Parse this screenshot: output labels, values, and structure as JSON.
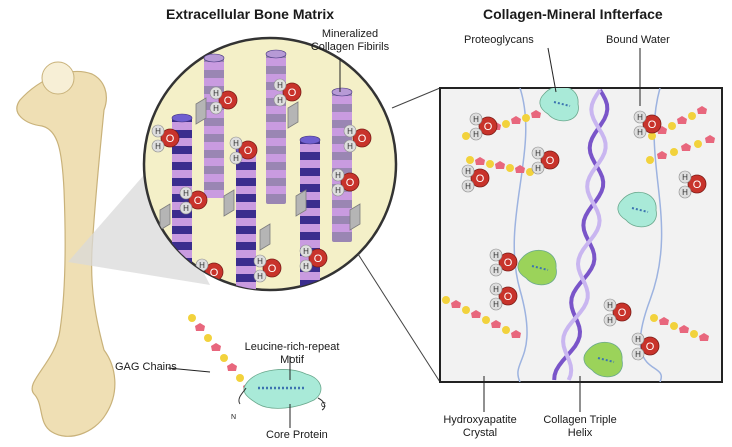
{
  "titles": {
    "left": "Extracellular Bone Matrix",
    "right": "Collagen-Mineral Infterface"
  },
  "labels": {
    "mineralized_line1": "Mineralized",
    "mineralized_line2": "Collagen Fibirils",
    "proteoglycans": "Proteoglycans",
    "bound_water": "Bound Water",
    "gag_chains": "GAG Chains",
    "lrr_line1": "Leucine-rich-repeat",
    "lrr_line2": "Motif",
    "core_protein": "Core Protein",
    "n_terminus": "N",
    "c_terminus": "C",
    "hydroxyapatite_line1": "Hydroxyapatite",
    "hydroxyapatite_line2": "Crystal",
    "collagen_line1": "Collagen Triple",
    "collagen_line2": "Helix"
  },
  "atoms": {
    "oxygen": "O",
    "hydrogen": "H"
  },
  "colors": {
    "bone": "#efdfb4",
    "bone_edge": "#c9b27a",
    "zoom_circle": "#f4f0c8",
    "panel": "#f2f2f2",
    "oxygen": "#c8332b",
    "hydrogen": "#dedede",
    "fibril_light": "#c99be0",
    "fibril_dark": "#3b2d8e",
    "fibril_grey": "#9a86b3",
    "crystal": "#b5b5b5",
    "gag_pink": "#e8677d",
    "gag_yellow": "#f2d23c",
    "core_protein": "#a9ead8",
    "lrr_green": "#9bd35a",
    "helix_purple": "#7a55c9",
    "helix_light": "#c9b6f0",
    "strand": "#9db3e0"
  }
}
